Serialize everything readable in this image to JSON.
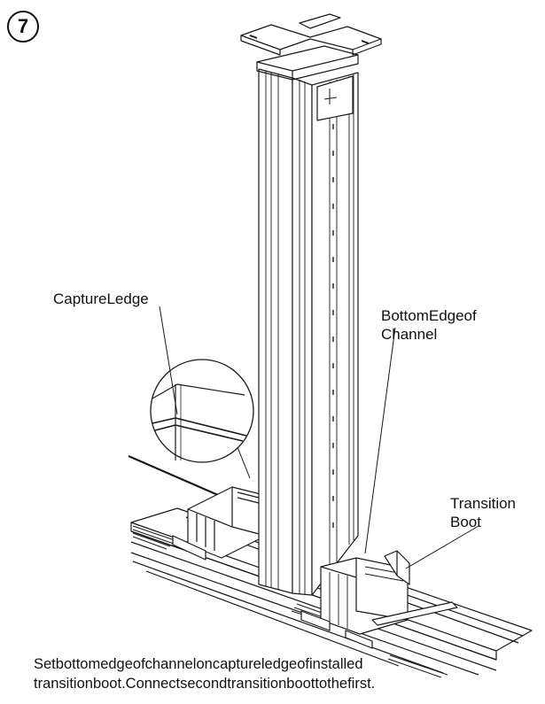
{
  "step": {
    "number": "7"
  },
  "labels": {
    "capture_ledge": "CaptureLedge",
    "bottom_edge": [
      "BottomEdgeof",
      "Channel"
    ],
    "transition_boot": [
      "Transition",
      "Boot"
    ]
  },
  "caption": [
    "Setbottomedgeofchanneloncaptureledgeofinstalled",
    "transitionboot.Connectsecondtransitionboottothefirst."
  ],
  "colors": {
    "line": "#1a1a1a",
    "paper": "#ffffff"
  }
}
